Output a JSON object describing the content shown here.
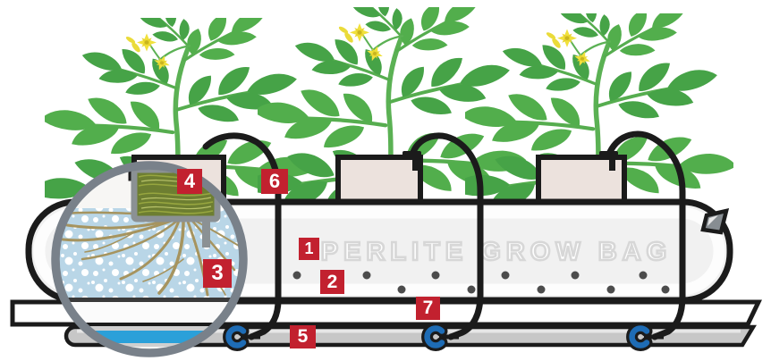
{
  "diagram": {
    "title": "PERLITE GROW BAG",
    "labels": [
      {
        "number": "1"
      },
      {
        "number": "2"
      },
      {
        "number": "3"
      },
      {
        "number": "4"
      },
      {
        "number": "5"
      },
      {
        "number": "6"
      },
      {
        "number": "7"
      }
    ],
    "plants": {
      "count": 3,
      "kind": "tomato-seedling-with-yellow-flowers"
    },
    "colors": {
      "label_red": "#c2212f",
      "leaf_green": "#46a347",
      "stem_green": "#5bb154",
      "flower_yellow": "#f1e13c",
      "perlite_blue": "#b9d6e7",
      "water_blue": "#2ba0d9",
      "root_tan": "#a6945f",
      "rockwool_olive": "#6d7e31",
      "bag_fill": "#f1f1f1",
      "pipe_gray": "#c7c7c7",
      "connector_blue": "#1e6cb5",
      "outline_black": "#1b1b1b",
      "magnifier_ring_gray": "#79818a"
    }
  }
}
